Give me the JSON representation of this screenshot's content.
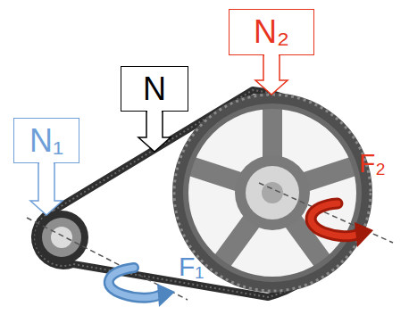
{
  "diagram": {
    "nodes": [
      {
        "text": [
          "N₁"
        ]
      },
      {
        "text": [
          "N"
        ]
      },
      {
        "text": [
          "N₂"
        ]
      }
    ],
    "labels": [
      "F₁",
      "F₂"
    ]
  }
}
